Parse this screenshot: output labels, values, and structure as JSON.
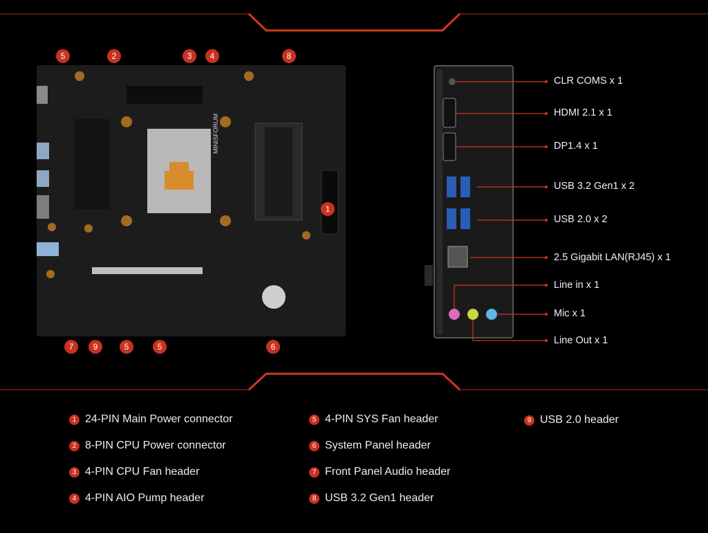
{
  "colors": {
    "accent": "#c8321f",
    "background": "#000000"
  },
  "board_callouts": [
    {
      "num": "5"
    },
    {
      "num": "2"
    },
    {
      "num": "3"
    },
    {
      "num": "4"
    },
    {
      "num": "8"
    },
    {
      "num": "1"
    },
    {
      "num": "7"
    },
    {
      "num": "9"
    },
    {
      "num": "5"
    },
    {
      "num": "5"
    },
    {
      "num": "6"
    }
  ],
  "io_ports": [
    {
      "label": "CLR COMS x 1"
    },
    {
      "label": "HDMI 2.1 x 1"
    },
    {
      "label": "DP1.4 x 1"
    },
    {
      "label": "USB 3.2 Gen1 x 2"
    },
    {
      "label": "USB 2.0 x 2"
    },
    {
      "label": "2.5 Gigabit LAN(RJ45) x 1"
    },
    {
      "label": "Line in x 1"
    },
    {
      "label": "Mic x 1"
    },
    {
      "label": "Line Out x 1"
    }
  ],
  "legend": [
    {
      "num": "1",
      "label": "24-PIN Main Power connector"
    },
    {
      "num": "2",
      "label": "8-PIN CPU Power connector"
    },
    {
      "num": "3",
      "label": "4-PIN CPU Fan header"
    },
    {
      "num": "4",
      "label": "4-PIN AIO Pump header"
    },
    {
      "num": "5",
      "label": "4-PIN SYS Fan header"
    },
    {
      "num": "6",
      "label": "System Panel header"
    },
    {
      "num": "7",
      "label": "Front Panel Audio header"
    },
    {
      "num": "8",
      "label": "USB 3.2 Gen1 header"
    },
    {
      "num": "9",
      "label": "USB 2.0 header"
    }
  ],
  "board_text": {
    "brand": "MINISFORUM"
  }
}
